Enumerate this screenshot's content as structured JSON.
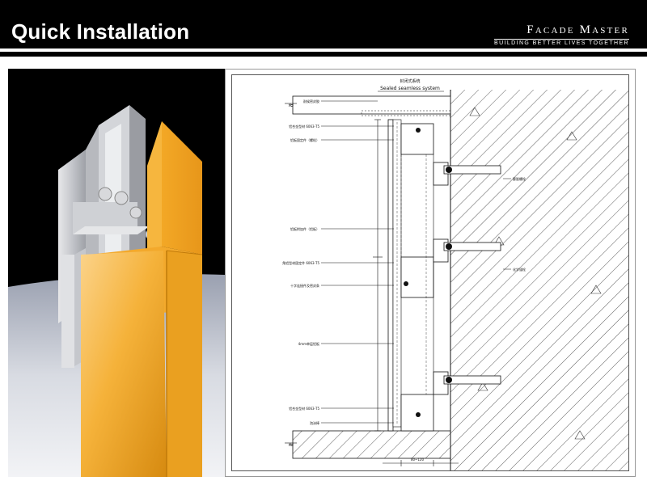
{
  "header": {
    "title": "Quick Installation",
    "brand_name": "Facade Master",
    "brand_tagline": "BUILDING BETTER LIVES TOGETHER"
  },
  "drawing": {
    "title_cn": "封闭式系统",
    "title_en": "Sealed seamless system",
    "labels": {
      "sealant": "耐候密封胶",
      "al_profile_top": "铝合金型材 6063-T5",
      "al_fix": "铝板固定件（螺栓）",
      "bolt_right": "膨胀螺栓",
      "al_middle": "铝板附加件（铝板）",
      "al_profile_mid": "角铝型材固定件 6063-T5",
      "cross_joint": "十字连接件及密封条",
      "anchor_right": "化学锚栓",
      "panel": "4mm单层铝板",
      "al_profile_bottom": "铝合金型材 6063-T5",
      "foam": "泡沫棒",
      "dim_bottom": "80~120"
    }
  },
  "colors": {
    "panel_orange": "#f0a020",
    "header_bg": "#000000",
    "content_bg": "#ffffff"
  }
}
